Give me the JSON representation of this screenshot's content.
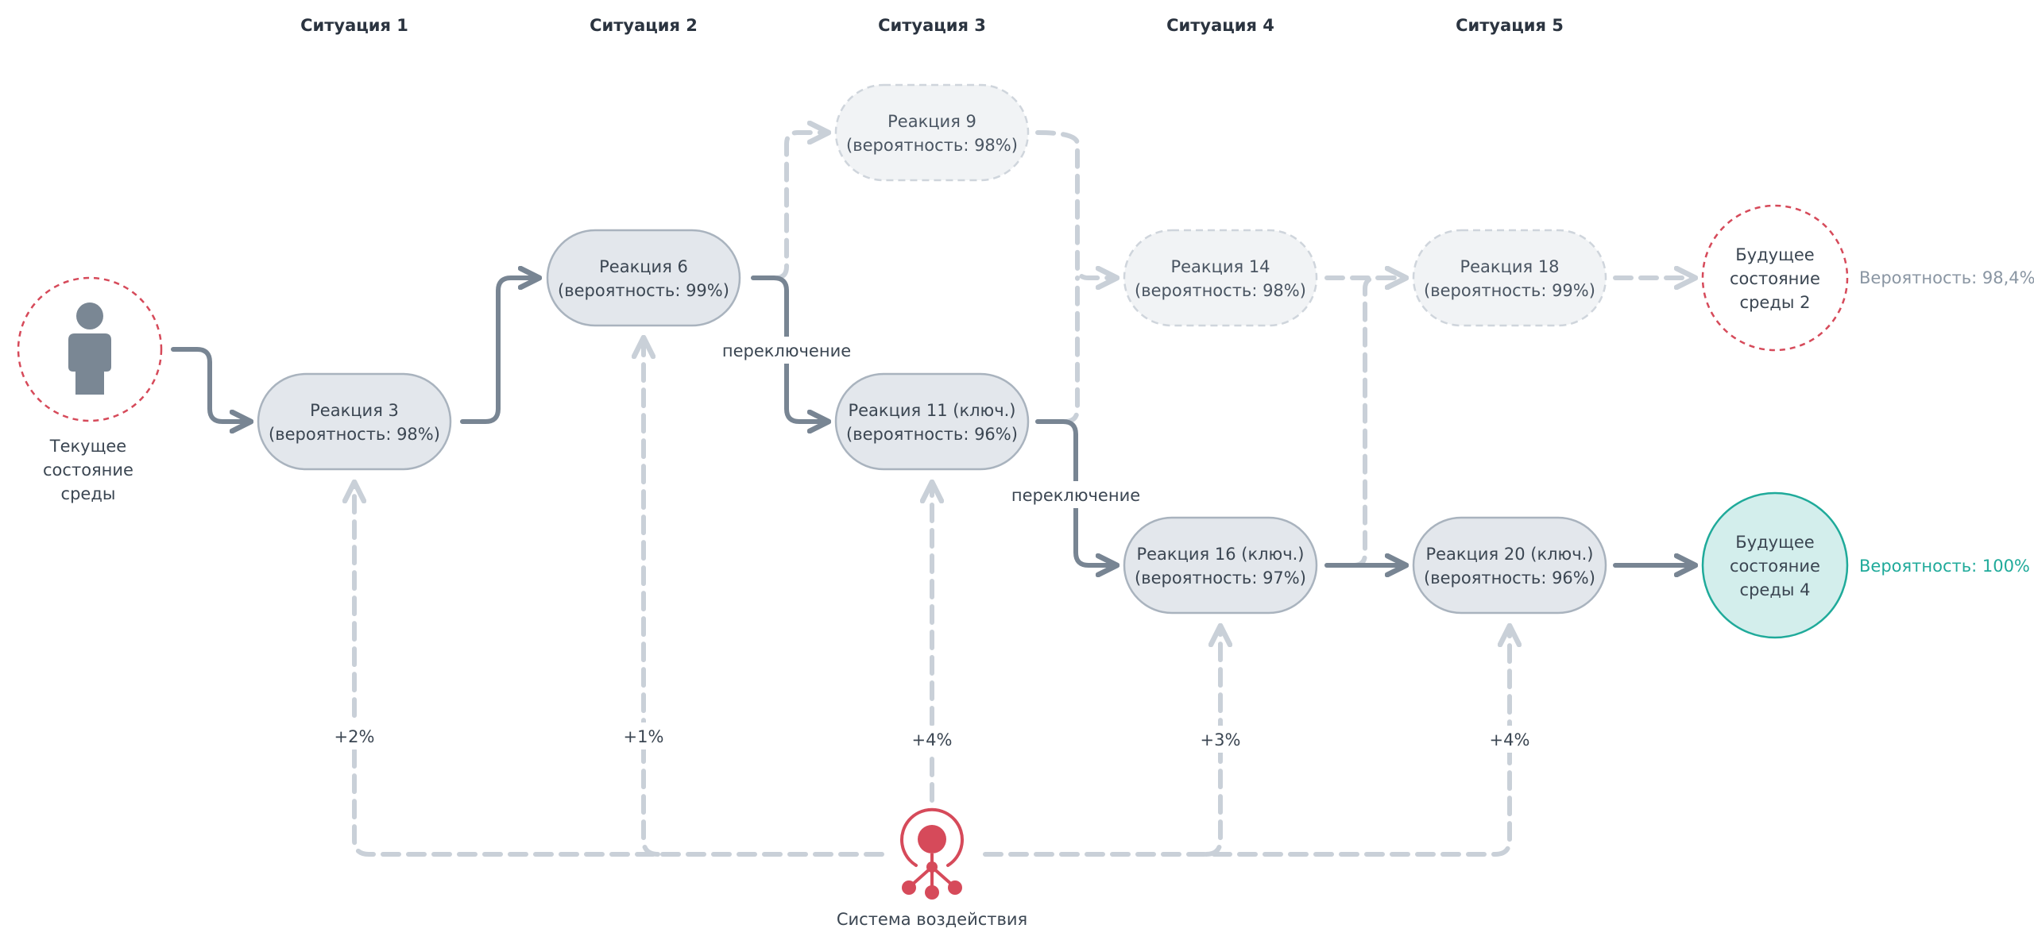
{
  "columns": [
    "Ситуация 1",
    "Ситуация 2",
    "Ситуация 3",
    "Ситуация 4",
    "Ситуация 5"
  ],
  "current_state": {
    "lines": [
      "Текущее",
      "состояние",
      "среды"
    ]
  },
  "nodes": {
    "r3": {
      "line1": "Реакция 3",
      "line2": "(вероятность: 98%)"
    },
    "r6": {
      "line1": "Реакция 6",
      "line2": "(вероятность: 99%)"
    },
    "r9": {
      "line1": "Реакция 9",
      "line2": "(вероятность: 98%)"
    },
    "r11": {
      "line1": "Реакция 11 (ключ.)",
      "line2": "(вероятность: 96%)"
    },
    "r14": {
      "line1": "Реакция 14",
      "line2": "(вероятность: 98%)"
    },
    "r16": {
      "line1": "Реакция 16 (ключ.)",
      "line2": "(вероятность: 97%)"
    },
    "r18": {
      "line1": "Реакция 18",
      "line2": "(вероятность: 99%)"
    },
    "r20": {
      "line1": "Реакция 20 (ключ.)",
      "line2": "(вероятность: 96%)"
    }
  },
  "future_states": {
    "env2": {
      "lines": [
        "Будущее",
        "состояние",
        "среды 2"
      ],
      "probability": "Вероятность: 98,4%"
    },
    "env4": {
      "lines": [
        "Будущее",
        "состояние",
        "среды 4"
      ],
      "probability": "Вероятность: 100%"
    }
  },
  "switch_labels": [
    "переключение",
    "переключение"
  ],
  "influence": {
    "label": "Система воздействия",
    "increments": [
      "+2%",
      "+1%",
      "+4%",
      "+3%",
      "+4%"
    ]
  },
  "colors": {
    "solid_edge": "#788593",
    "dashed_edge": "#c9d0d8",
    "node_fill": "#e3e7ec",
    "node_stroke": "#a9b3be",
    "ghost_fill": "#f1f3f5",
    "ghost_stroke": "#cfd5dc",
    "current_ring": "#d64a5a",
    "person": "#7a8794",
    "influence_red": "#d64a5a",
    "future_green_fill": "#d3eeec",
    "future_green_stroke": "#1faa9a",
    "future_green_text": "#1faa9a"
  }
}
